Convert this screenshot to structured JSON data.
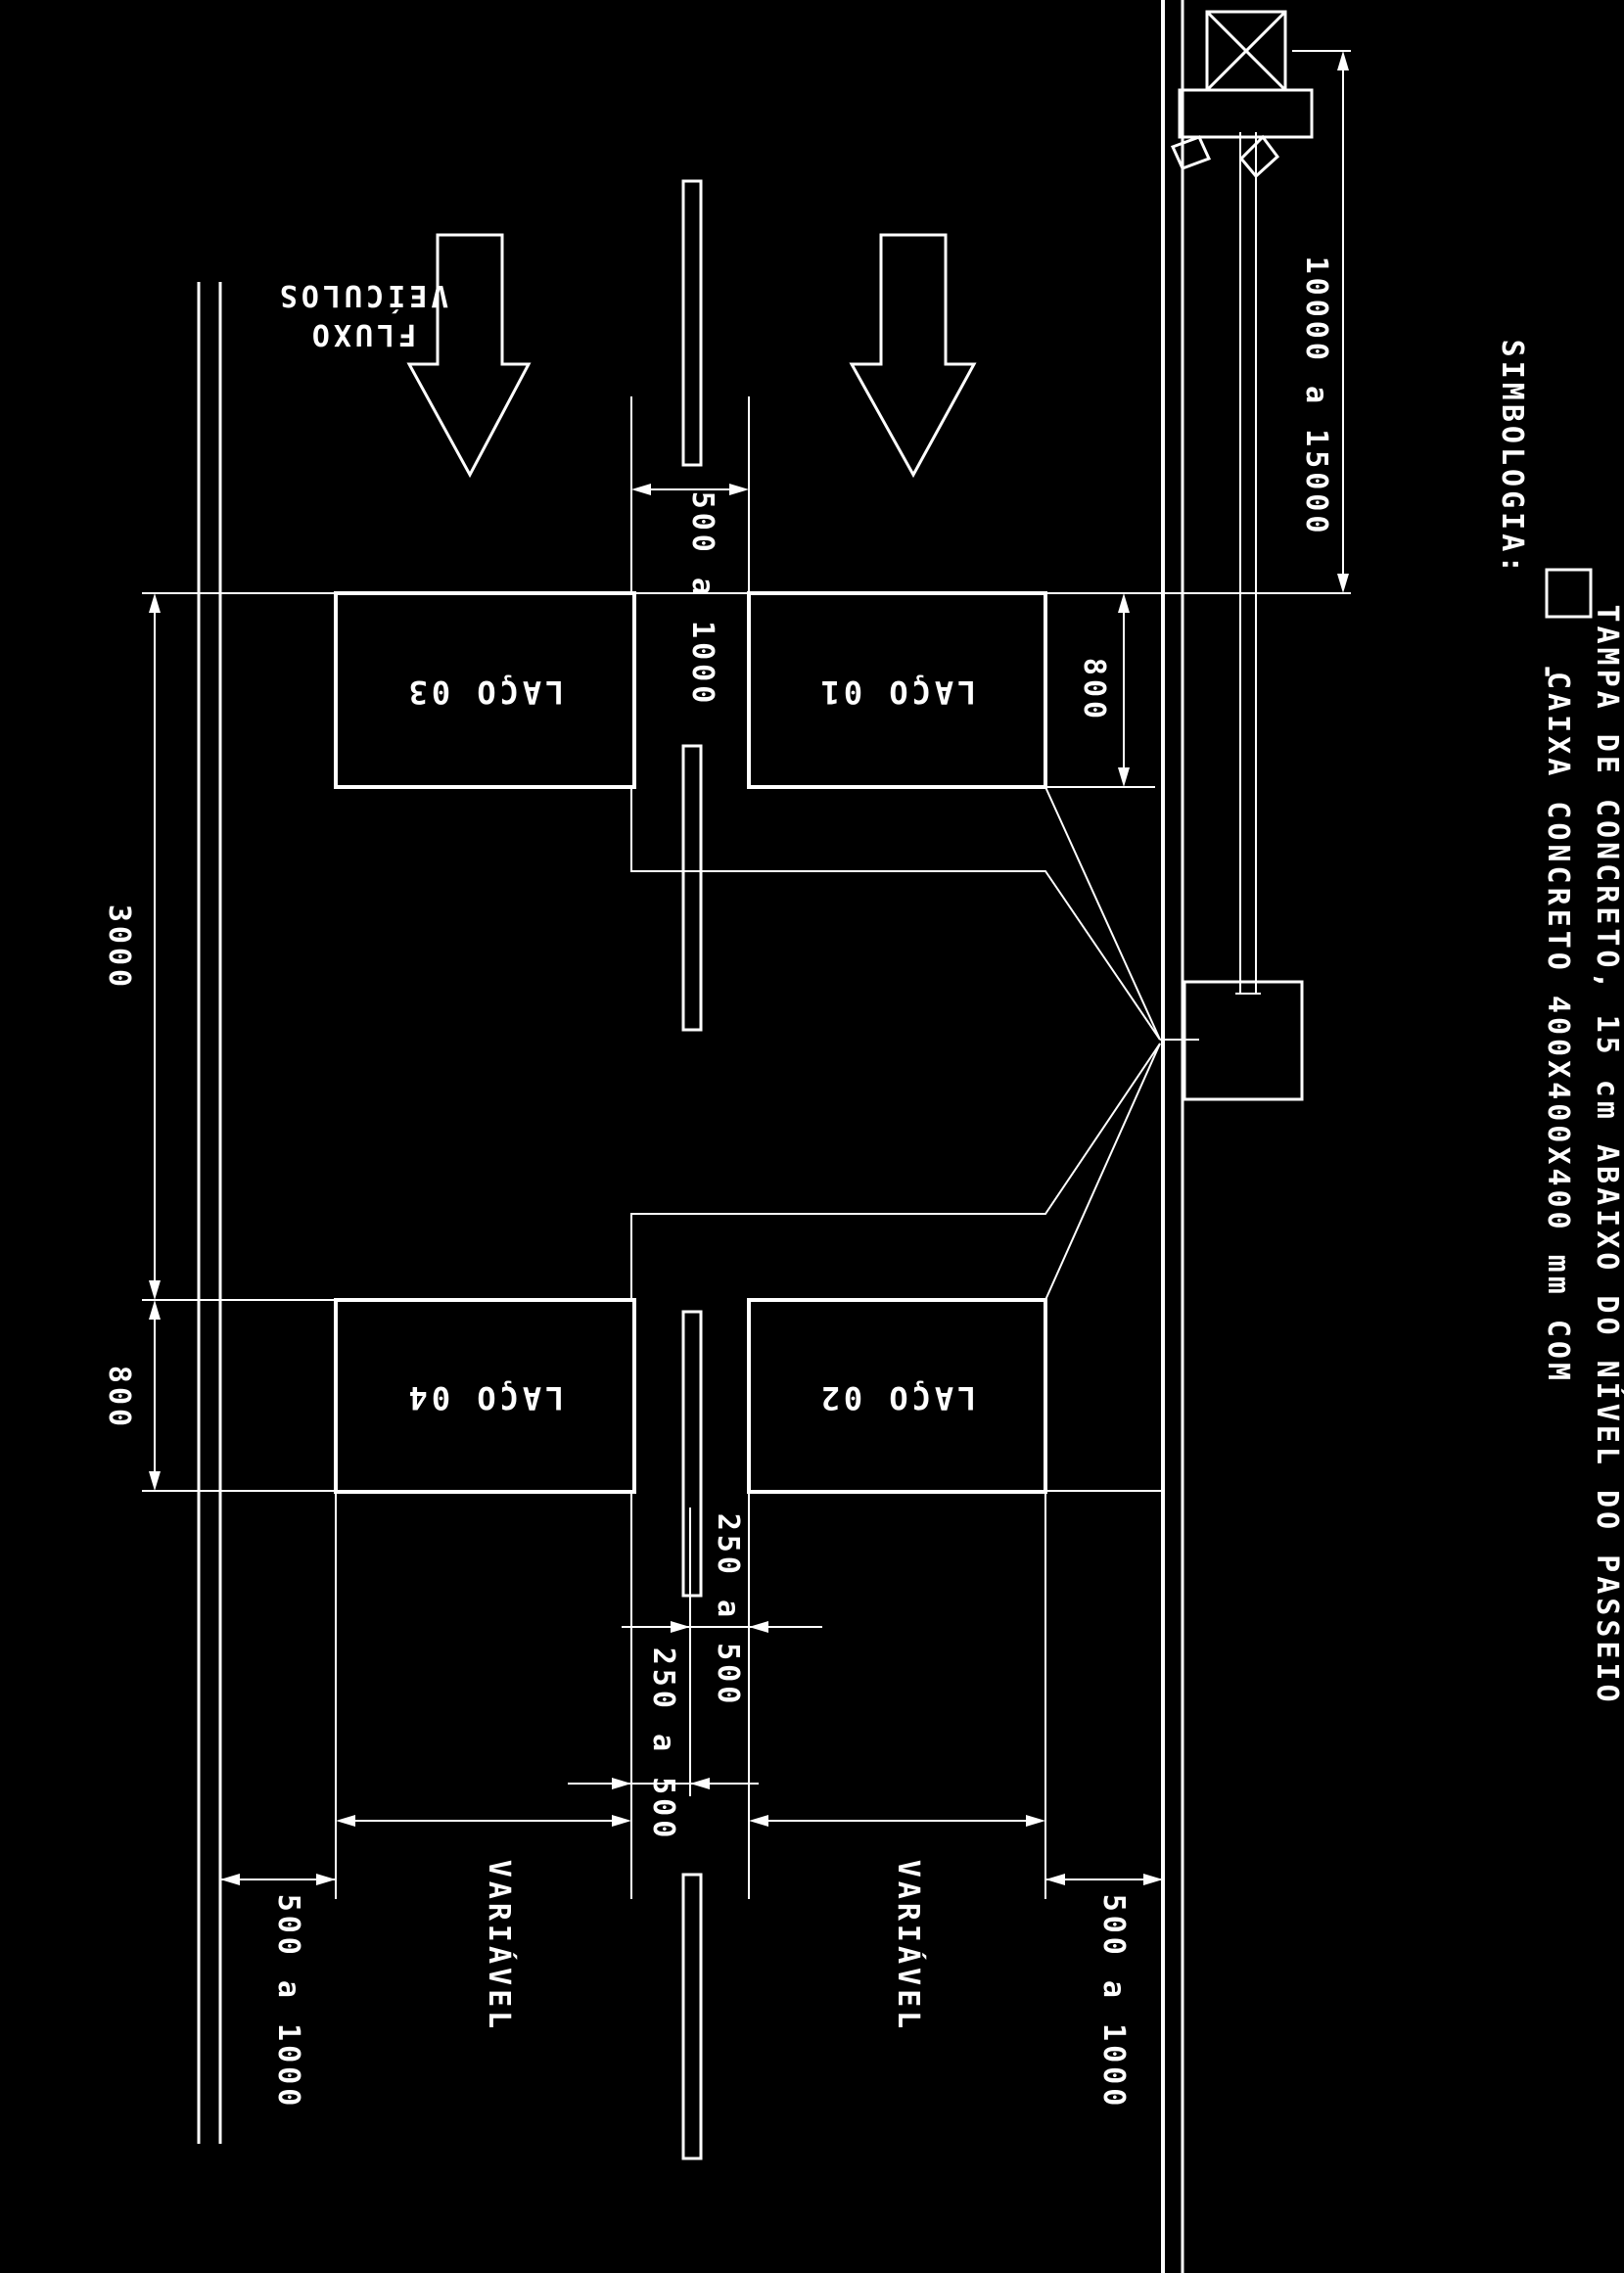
{
  "flow_label": {
    "line1": "FLUXO",
    "line2": "VEÍCULOS"
  },
  "loops": [
    {
      "id": "loop-01",
      "label": "LAÇO 01"
    },
    {
      "id": "loop-02",
      "label": "LAÇO 02"
    },
    {
      "id": "loop-03",
      "label": "LAÇO 03"
    },
    {
      "id": "loop-04",
      "label": "LAÇO 04"
    }
  ],
  "dimensions": {
    "loop_length": "800",
    "loop_spacing": "3000",
    "loop_length_right": "800",
    "lane_gap": "500 a 1000",
    "pole_distance": "10000 a 15000",
    "edge_left": "500 a 1000",
    "edge_right": "500 a 1000",
    "variable_left": "VARIÁVEL",
    "variable_right": "VARIÁVEL",
    "gap_a": "250 a 500",
    "gap_b": "250 a 500"
  },
  "legend": {
    "title": "SIMBOLOGIA:",
    "dash": "-",
    "line1": "CAIXA CONCRETO 400X400X400 mm COM",
    "line2": "TAMPA DE CONCRETO, 15 cm ABAIXO DO NÍVEL DO PASSEIO"
  },
  "colors": {
    "background": "#000000",
    "ink": "#ffffff"
  }
}
